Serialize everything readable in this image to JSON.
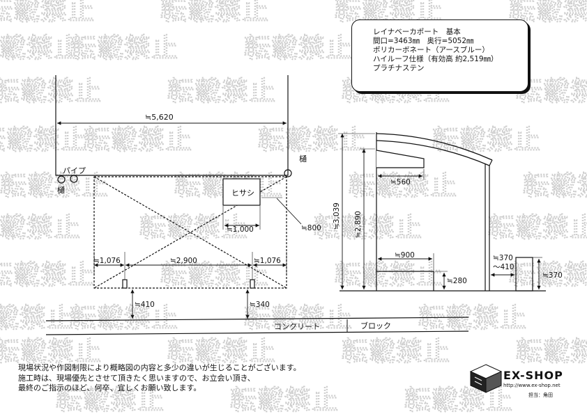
{
  "watermark": {
    "text": "転載禁止"
  },
  "spec": {
    "lines": [
      "レイナベーカポート　基本",
      "間口=3463㎜　奥行=5052㎜",
      "ポリカーボネート（アースブルー）",
      "ハイルーフ仕様（有効高 約2,519㎜）",
      "プラチナステン"
    ]
  },
  "plan": {
    "width_total": "≒5,620",
    "pipe_label": "パイプ",
    "left_drain_label": "樋",
    "right_drain_label": "樋",
    "hisashi_label": "ヒサシ",
    "hisashi_width": "≒1,000",
    "right_offset": "≒800",
    "post_left_offset": "≒1,076",
    "post_span": "≒2,900",
    "post_right_offset": "≒1,076",
    "post_left_setback": "≒410",
    "post_right_setback": "≒340",
    "ground_left": "コンクリート",
    "ground_right": "ブロック"
  },
  "elevation": {
    "total_height": "≒3,039",
    "beam_height": "≒2,890",
    "eave_depth": "≒560",
    "step_width": "≒900",
    "step_height": "≒280",
    "block_thickness": "≒370\n～410",
    "block_thickness_top": "≒370",
    "block_thickness_bottom": "～410",
    "block_height": "≒370"
  },
  "notes": {
    "lines": [
      "現場状況や作図制限により概略図の内容と多少の違いが生じることがございます。",
      "施工時は、現場優先とさせて頂きたく思いますので、お立会い頂き、",
      "最終のご指示のほど、何卒、宜しくお願い致します。"
    ]
  },
  "logo": {
    "name": "EX-SHOP",
    "url": "http://www.ex-shop.net",
    "staff": "担当：角田"
  }
}
